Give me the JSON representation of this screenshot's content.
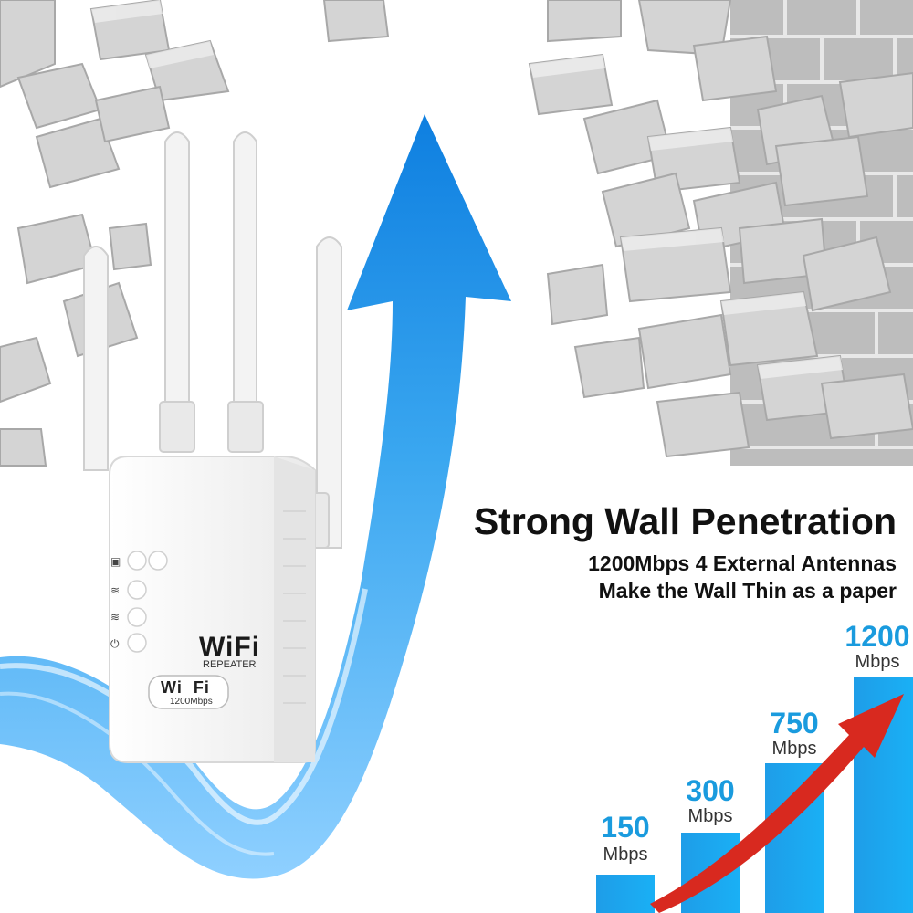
{
  "headline": "Strong Wall Penetration",
  "subheadline_line1": "1200Mbps 4 External Antennas",
  "subheadline_line2": "Make the Wall Thin as a paper",
  "device": {
    "logo_text": "WiFi",
    "logo_subtext": "REPEATER",
    "badge_text": "Wi  Fi",
    "badge_subtext": "1200Mbps"
  },
  "colors": {
    "arrow_blue": "#2196e8",
    "bar_blue": "#18a8f0",
    "red_arrow": "#d8291f",
    "brick_gray": "#c9c9c9"
  },
  "chart_data": {
    "type": "bar",
    "categories": [
      "150",
      "300",
      "750",
      "1200"
    ],
    "values": [
      150,
      300,
      750,
      1200
    ],
    "unit": "Mbps",
    "title": "",
    "xlabel": "",
    "ylabel": ""
  },
  "bars": [
    {
      "value": "150",
      "unit": "Mbps"
    },
    {
      "value": "300",
      "unit": "Mbps"
    },
    {
      "value": "750",
      "unit": "Mbps"
    },
    {
      "value": "1200",
      "unit": "Mbps"
    }
  ]
}
